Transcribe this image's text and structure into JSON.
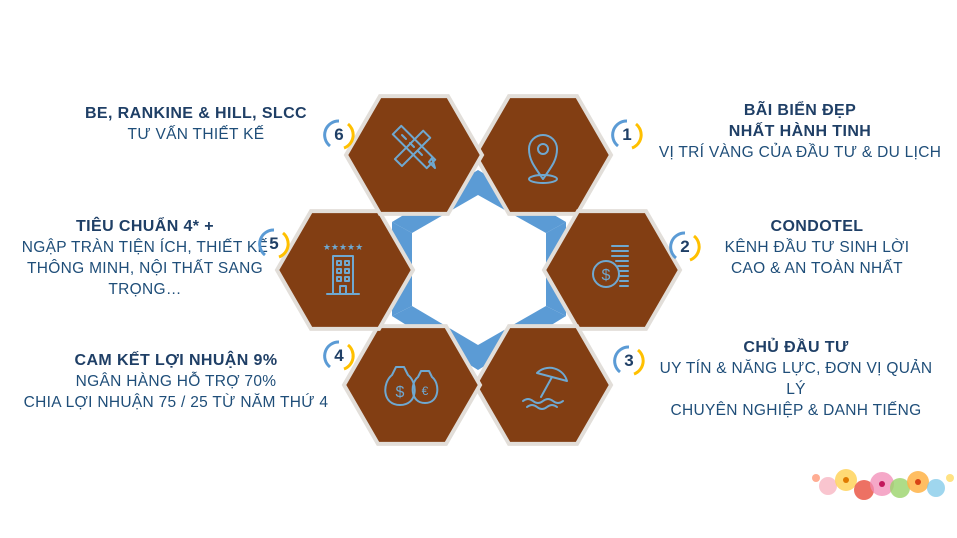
{
  "items": [
    {
      "number": "1",
      "title_lines": [
        "BÃI BIỂN ĐẸP",
        "NHẤT HÀNH TINH"
      ],
      "text_lines": [
        "VỊ TRÍ VÀNG CỦA ĐẦU TƯ & DU LỊCH"
      ],
      "icon": "map-pin-icon"
    },
    {
      "number": "2",
      "title_lines": [
        "CONDOTEL"
      ],
      "text_lines": [
        "KÊNH ĐẦU TƯ SINH LỜI",
        "CAO & AN TOÀN NHẤT"
      ],
      "icon": "coins-dollar-icon"
    },
    {
      "number": "3",
      "title_lines": [
        "CHỦ ĐẦU TƯ"
      ],
      "text_lines": [
        "UY TÍN & NĂNG LỰC, ĐƠN VỊ QUẢN LÝ",
        "CHUYÊN NGHIỆP & DANH TIẾNG"
      ],
      "icon": "beach-umbrella-icon"
    },
    {
      "number": "4",
      "title_lines": [
        "CAM KẾT LỢI NHUẬN 9%"
      ],
      "text_lines": [
        "NGÂN HÀNG HỖ TRỢ 70%",
        "CHIA LỢI NHUẬN 75 / 25 TỪ NĂM THỨ 4"
      ],
      "icon": "money-bags-icon"
    },
    {
      "number": "5",
      "title_lines": [
        "TIÊU CHUẨN 4* +"
      ],
      "text_lines": [
        "NGẬP TRÀN TIỆN ÍCH, THIẾT KẾ",
        "THÔNG MINH, NỘI THẤT SANG",
        "TRỌNG…"
      ],
      "icon": "hotel-building-icon"
    },
    {
      "number": "6",
      "title_lines": [
        "BE, RANKINE & HILL, SLCC"
      ],
      "text_lines": [
        "TƯ VẤN THIẾT KẾ"
      ],
      "icon": "pencil-ruler-icon"
    }
  ],
  "colors": {
    "hex_fill": "#823e13",
    "hex_stroke": "#e2ded9",
    "connector": "#5b9bd5",
    "icon_line": "#6fa8d0",
    "title": "#1f3f66",
    "text": "#1f4e79",
    "number_arc_blue": "#5b9bd5",
    "number_arc_yellow": "#ffc000"
  }
}
